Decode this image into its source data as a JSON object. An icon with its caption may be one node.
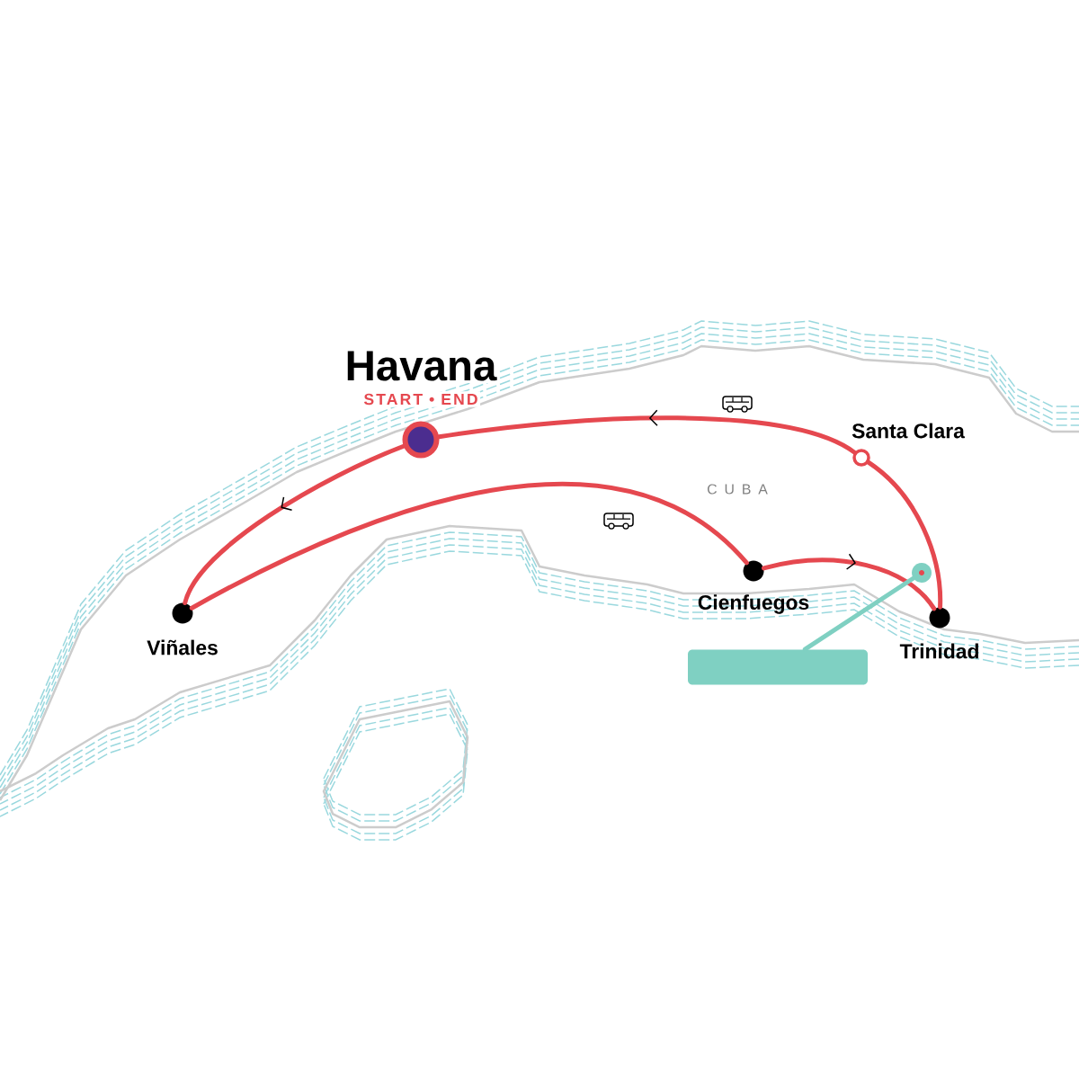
{
  "diagram": {
    "nodes": [
      {
        "text": [
          "Havana",
          "START • END"
        ]
      },
      {
        "text": [
          "Viñales"
        ]
      },
      {
        "text": [
          "Cienfuegos"
        ]
      },
      {
        "text": [
          "Trinidad"
        ]
      },
      {
        "text": [
          "Santa Clara"
        ]
      },
      {
        "text": [],
        "shape": "circle"
      },
      {
        "text": [],
        "shape": "box"
      }
    ],
    "edges": [
      {
        "from": 0,
        "to": 1,
        "arrow": "to"
      },
      {
        "from": 1,
        "to": 2,
        "arrow": "none"
      },
      {
        "from": 2,
        "to": 3,
        "arrow": "to"
      },
      {
        "from": 3,
        "to": 4,
        "arrow": "none"
      },
      {
        "from": 4,
        "to": 0,
        "arrow": "to"
      },
      {
        "from": 6,
        "to": 5,
        "arrow": "none",
        "color": "#7fd0c2"
      }
    ],
    "labels": [
      "C U B A"
    ]
  }
}
